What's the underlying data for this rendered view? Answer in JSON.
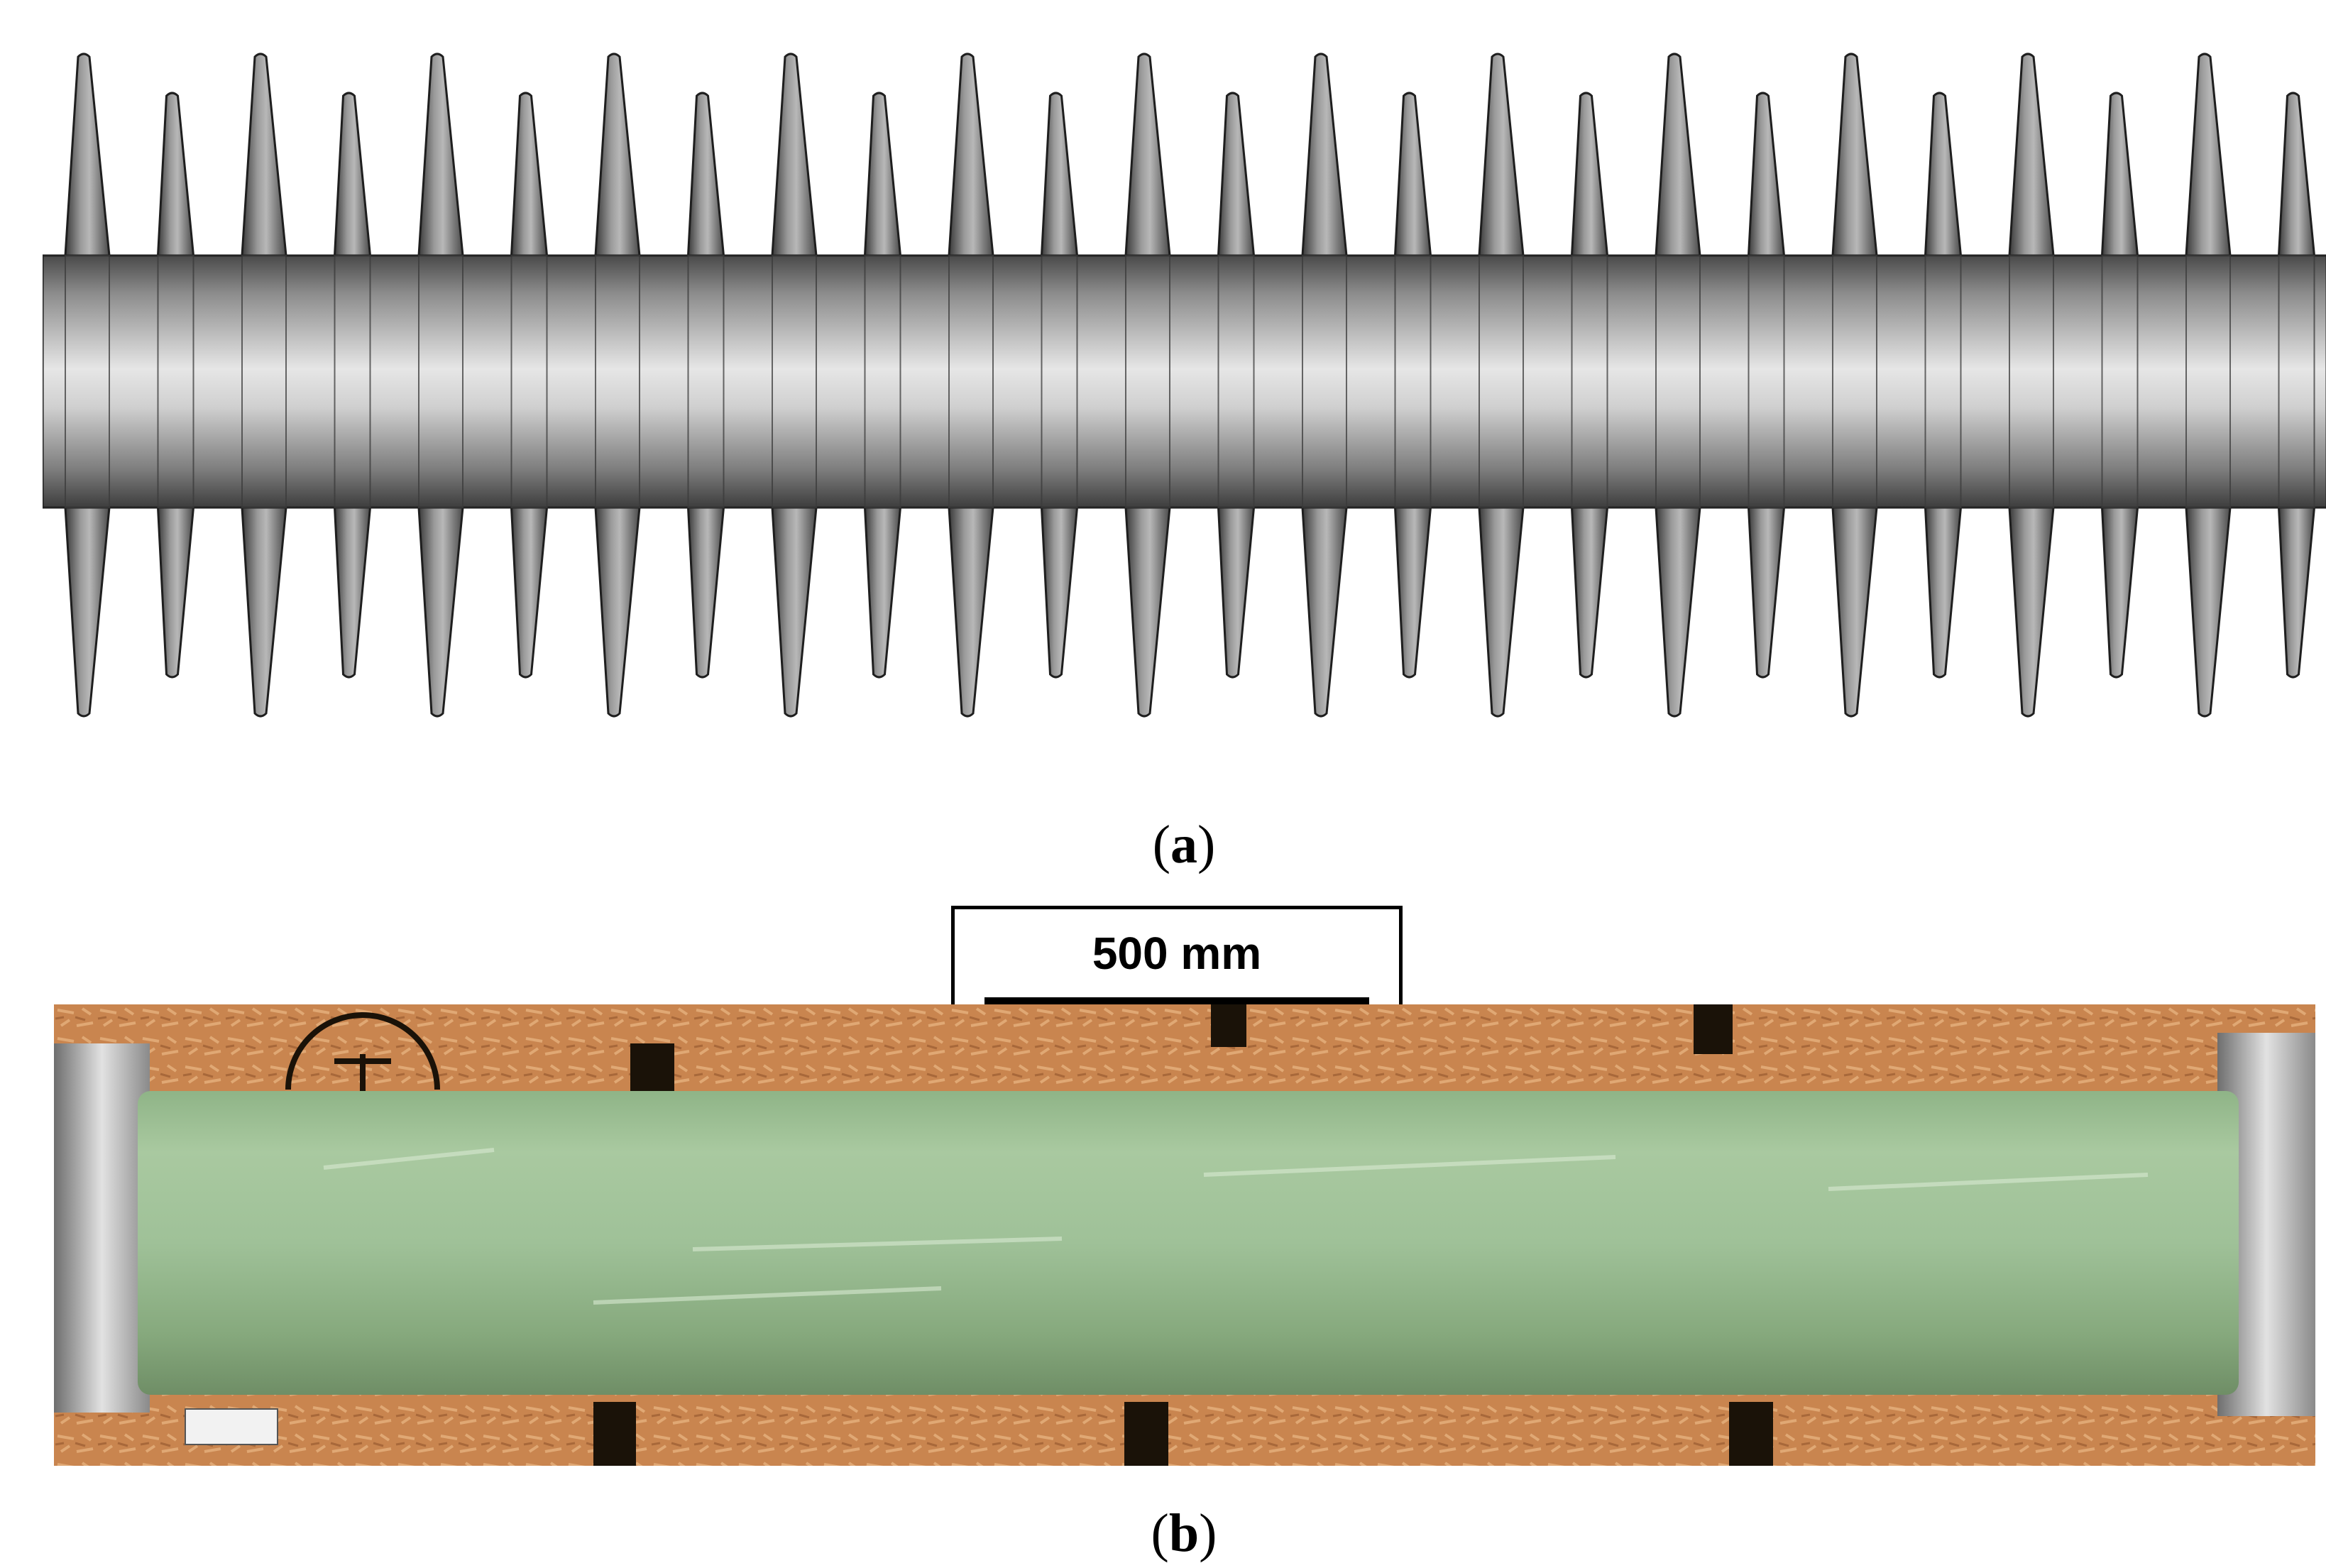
{
  "figure": {
    "panel_a": {
      "caption_letter": "a"
    },
    "panel_b": {
      "caption_letter": "b"
    },
    "scale_bar": {
      "label": "500 mm"
    }
  },
  "colors": {
    "insulator_gray": "#8f8f8f",
    "insulator_dark": "#333333",
    "tube_green": "#9fc198",
    "wood": "#c9854f",
    "flange_metal": "#b9b9b9"
  }
}
